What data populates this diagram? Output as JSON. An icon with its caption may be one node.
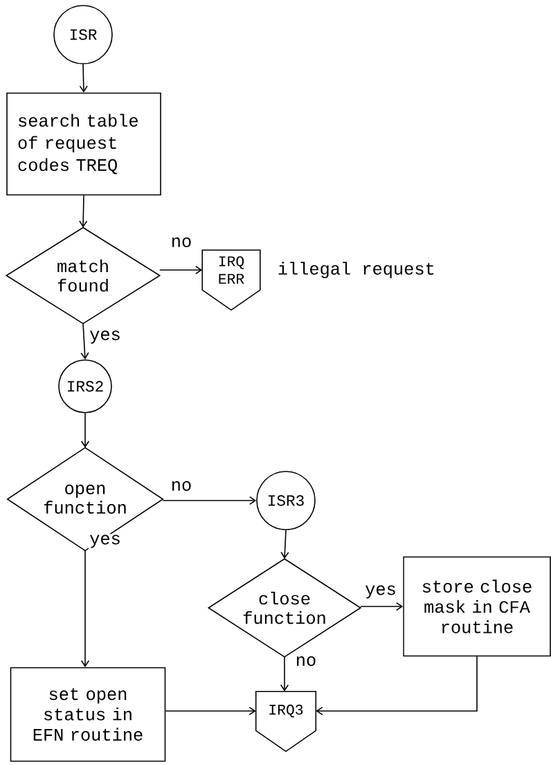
{
  "diagram": {
    "nodes": [
      {
        "text": [
          "ISR"
        ]
      },
      {
        "text": [
          "search table of request codes TREQ"
        ]
      },
      {
        "text": [
          "match found"
        ]
      },
      {
        "text": [
          "IRQ ERR"
        ],
        "beside": [
          "illegal request"
        ]
      },
      {
        "text": [
          "IRS2"
        ]
      },
      {
        "text": [
          "open function"
        ]
      },
      {
        "text": [
          "ISR3"
        ]
      },
      {
        "text": [
          "close function"
        ]
      },
      {
        "text": [
          "store close mask in CFA routine"
        ]
      },
      {
        "text": [
          "set open status in EFN routine"
        ]
      },
      {
        "text": [
          "IRQ3"
        ]
      }
    ],
    "edges": [
      {
        "from": 0,
        "to": 1,
        "arrow": "to"
      },
      {
        "from": 1,
        "to": 2,
        "arrow": "to"
      },
      {
        "from": 2,
        "to": 3,
        "arrow": "to",
        "label": "no"
      },
      {
        "from": 2,
        "to": 4,
        "arrow": "to",
        "label": "yes"
      },
      {
        "from": 4,
        "to": 5,
        "arrow": "to"
      },
      {
        "from": 5,
        "to": 6,
        "arrow": "to",
        "label": "no"
      },
      {
        "from": 5,
        "to": 9,
        "arrow": "to",
        "label": "yes"
      },
      {
        "from": 6,
        "to": 7,
        "arrow": "to"
      },
      {
        "from": 7,
        "to": 8,
        "arrow": "to",
        "label": "yes"
      },
      {
        "from": 7,
        "to": 10,
        "arrow": "to",
        "label": "no"
      },
      {
        "from": 9,
        "to": 10,
        "arrow": "to"
      },
      {
        "from": 8,
        "to": 10,
        "arrow": "to"
      }
    ]
  }
}
